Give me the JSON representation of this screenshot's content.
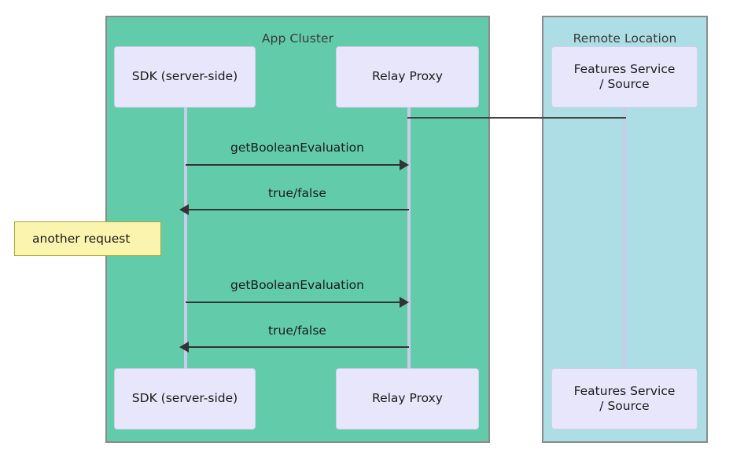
{
  "diagram": {
    "type": "sequence-diagram",
    "title": "",
    "colors": {
      "app_cluster_fill": "#62CCAA",
      "remote_location_fill": "#ADDEE5",
      "actor_fill": "#E7E6FB",
      "lifeline": "#C9CCE8",
      "note_fill": "#FBF4AE",
      "note_border": "#AAA833",
      "arrow": "#333333",
      "box_border": "#8A8A8A",
      "text": "#1B1B1B",
      "background": "#FFFFFF"
    },
    "groups": [
      {
        "id": "app-cluster",
        "label": "App Cluster"
      },
      {
        "id": "remote-location",
        "label": "Remote Location"
      }
    ],
    "participants": [
      {
        "id": "sdk",
        "label": "SDK (server-side)",
        "group": "app-cluster"
      },
      {
        "id": "relay",
        "label": "Relay Proxy",
        "group": "app-cluster"
      },
      {
        "id": "features",
        "label": "Features Service / Source",
        "label_line1": "Features Service",
        "label_line2": "/ Source",
        "group": "remote-location"
      }
    ],
    "messages": [
      {
        "index": 1,
        "from": "sdk",
        "to": "relay",
        "label": "getBooleanEvaluation",
        "direction": "right"
      },
      {
        "index": 2,
        "from": "relay",
        "to": "sdk",
        "label": "true/false",
        "direction": "left"
      },
      {
        "index": 3,
        "from": "sdk",
        "to": "relay",
        "label": "getBooleanEvaluation",
        "direction": "right"
      },
      {
        "index": 4,
        "from": "relay",
        "to": "sdk",
        "label": "true/false",
        "direction": "left"
      }
    ],
    "notes": [
      {
        "id": "another-request",
        "text": "another request"
      }
    ],
    "connectors": [
      {
        "id": "relay-to-features",
        "from": "relay",
        "to": "features",
        "style": "solid"
      }
    ]
  }
}
